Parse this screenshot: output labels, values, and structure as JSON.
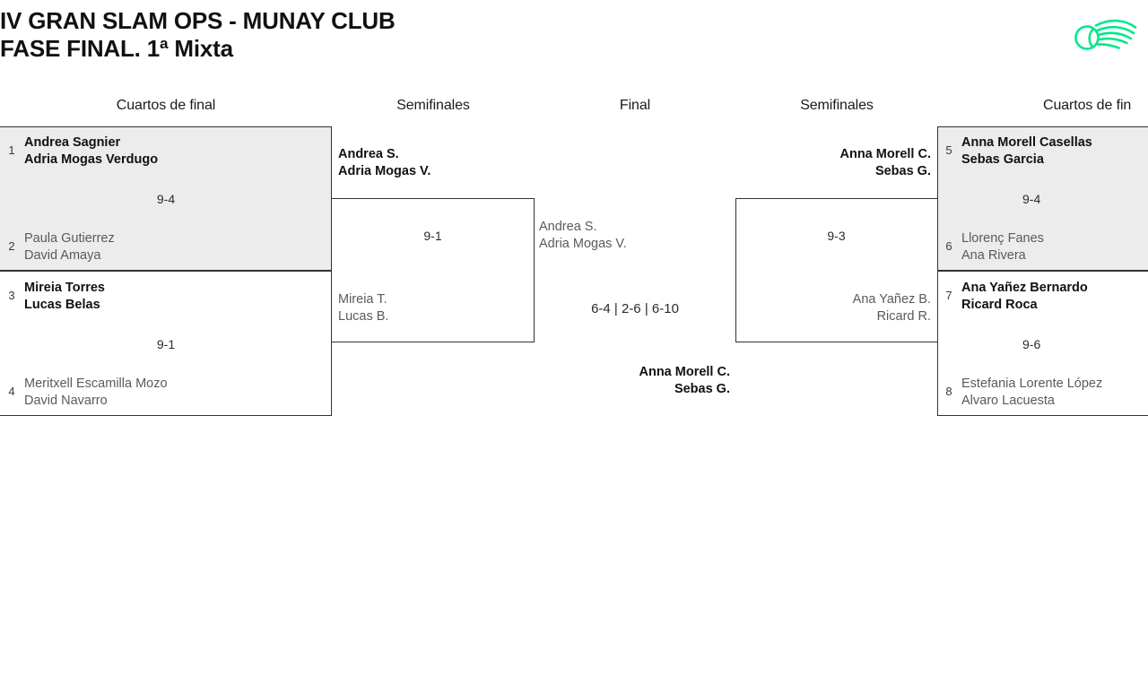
{
  "header": {
    "title_line1": "IV GRAN SLAM OPS - MUNAY CLUB",
    "title_line2": "FASE FINAL. 1ª Mixta",
    "logo_name": "munay-club-tennis-logo",
    "logo_color": "#00e88a"
  },
  "rounds": [
    {
      "label": "Cuartos de final"
    },
    {
      "label": "Semifinales"
    },
    {
      "label": "Final"
    },
    {
      "label": "Semifinales"
    },
    {
      "label": "Cuartos de fin"
    }
  ],
  "quarterfinals_left": [
    {
      "score": "9-4",
      "top": {
        "seed": "1",
        "player1": "Andrea Sagnier",
        "player2": "Adria Mogas Verdugo",
        "result": "winner"
      },
      "bottom": {
        "seed": "2",
        "player1": "Paula Gutierrez",
        "player2": "David Amaya",
        "result": "loser"
      }
    },
    {
      "score": "9-1",
      "top": {
        "seed": "3",
        "player1": "Mireia Torres",
        "player2": "Lucas Belas",
        "result": "winner"
      },
      "bottom": {
        "seed": "4",
        "player1": "Meritxell Escamilla Mozo",
        "player2": "David Navarro",
        "result": "loser"
      }
    }
  ],
  "semifinal_left": {
    "score": "9-1",
    "top": {
      "player1": "Andrea S.",
      "player2": "Adria Mogas V.",
      "result": "winner"
    },
    "bottom": {
      "player1": "Mireia T.",
      "player2": "Lucas B.",
      "result": "loser"
    }
  },
  "final": {
    "score": "6-4 | 2-6 | 6-10",
    "left": {
      "player1": "Andrea S.",
      "player2": "Adria Mogas V.",
      "result": "loser"
    },
    "right": {
      "player1": "Anna Morell C.",
      "player2": "Sebas G.",
      "result": "winner"
    },
    "champion": {
      "player1": "Anna Morell C.",
      "player2": "Sebas G."
    }
  },
  "semifinal_right": {
    "score": "9-3",
    "top": {
      "player1": "Anna Morell C.",
      "player2": "Sebas G.",
      "result": "winner"
    },
    "bottom": {
      "player1": "Ana Yañez B.",
      "player2": "Ricard R.",
      "result": "loser"
    }
  },
  "quarterfinals_right": [
    {
      "score": "9-4",
      "top": {
        "seed": "5",
        "player1": "Anna Morell Casellas",
        "player2": "Sebas Garcia",
        "result": "winner"
      },
      "bottom": {
        "seed": "6",
        "player1": "Llorenç Fanes",
        "player2": "Ana Rivera",
        "result": "loser"
      }
    },
    {
      "score": "9-6",
      "top": {
        "seed": "7",
        "player1": "Ana Yañez Bernardo",
        "player2": "Ricard Roca",
        "result": "winner"
      },
      "bottom": {
        "seed": "8",
        "player1": "Estefania Lorente López",
        "player2": "Alvaro Lacuesta",
        "result": "loser"
      }
    }
  ]
}
